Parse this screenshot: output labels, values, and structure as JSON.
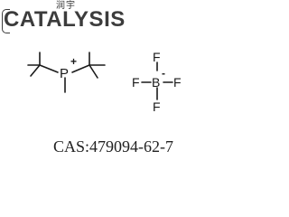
{
  "logo": {
    "text": "CATALYSIS",
    "cn_text": "润宇"
  },
  "molecule": {
    "cation_atom": "P",
    "cation_charge": "+",
    "anion_center": "B",
    "anion_charge": "-",
    "anion_ligand": "F"
  },
  "caption": {
    "text": "CAS:479094-62-7"
  }
}
